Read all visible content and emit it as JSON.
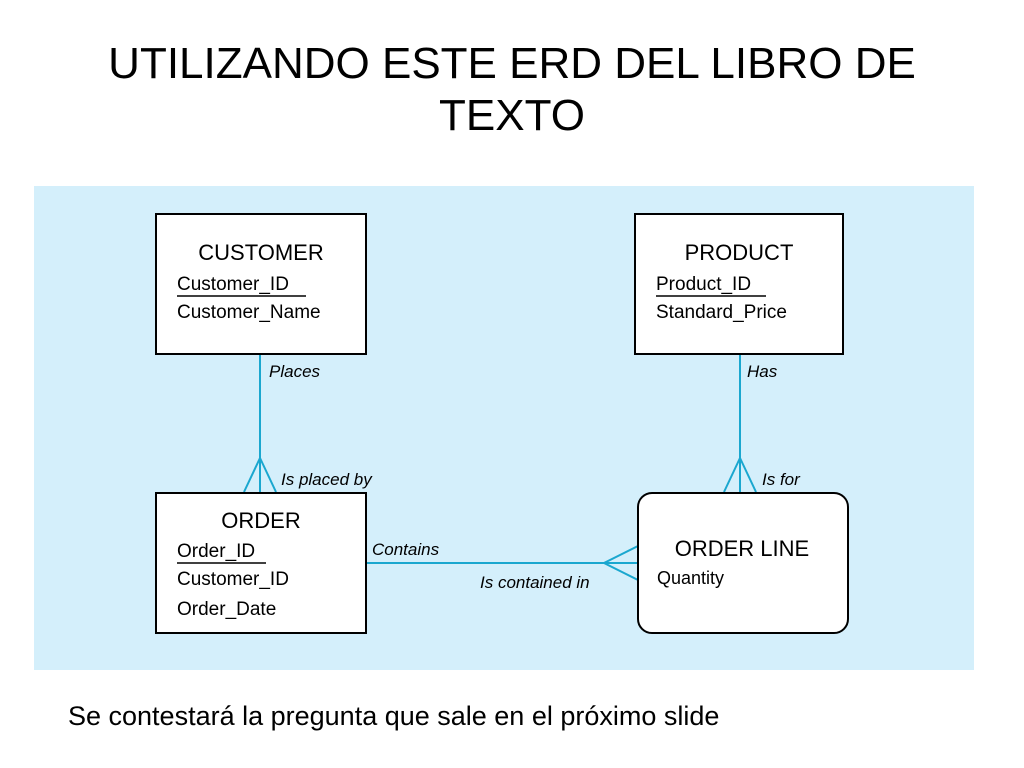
{
  "slide": {
    "title_line1": "UTILIZANDO ESTE ERD DEL LIBRO DE",
    "title_line2": "TEXTO",
    "caption": "Se contestará la pregunta que sale en el próximo slide"
  },
  "erd": {
    "line_color": "#1aa7cf",
    "background_color": "#d4effb",
    "entities": {
      "customer": {
        "name": "CUSTOMER",
        "attributes": [
          "Customer_ID",
          "Customer_Name"
        ]
      },
      "product": {
        "name": "PRODUCT",
        "attributes": [
          "Product_ID",
          "Standard_Price"
        ]
      },
      "order": {
        "name": "ORDER",
        "attributes": [
          "Order_ID",
          "Customer_ID",
          "Order_Date"
        ]
      },
      "order_line": {
        "name": "ORDER LINE",
        "attributes": [
          "Quantity"
        ]
      }
    },
    "relationships": {
      "customer_order": {
        "forward": "Places",
        "reverse": "Is placed by"
      },
      "product_orderline": {
        "forward": "Has",
        "reverse": "Is for"
      },
      "order_orderline": {
        "forward": "Contains",
        "reverse": "Is contained in"
      }
    }
  }
}
